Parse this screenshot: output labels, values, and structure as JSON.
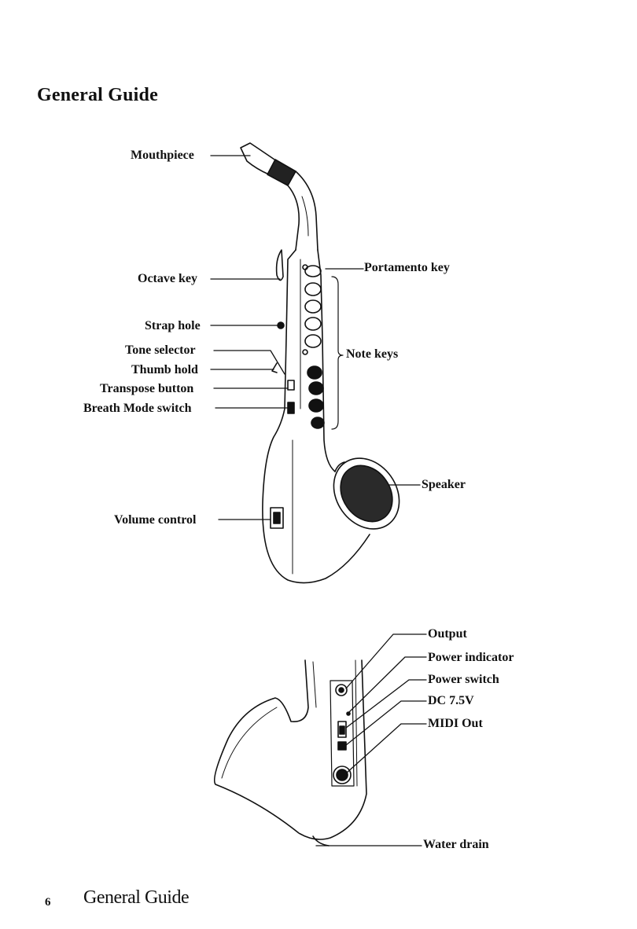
{
  "page": {
    "heading": "General Guide",
    "page_number": "6",
    "footer_title": "General Guide"
  },
  "front_view": {
    "labels": {
      "mouthpiece": "Mouthpiece",
      "octave_key": "Octave key",
      "strap_hole": "Strap hole",
      "tone_selector": "Tone selector",
      "thumb_hold": "Thumb hold",
      "transpose_button": "Transpose button",
      "breath_mode_switch": "Breath Mode switch",
      "volume_control": "Volume control",
      "portamento_key": "Portamento key",
      "note_keys": "Note keys",
      "speaker": "Speaker"
    }
  },
  "rear_view": {
    "labels": {
      "output": "Output",
      "power_indicator": "Power indicator",
      "power_switch": "Power switch",
      "dc": "DC 7.5V",
      "midi_out": "MIDI Out",
      "water_drain": "Water drain"
    }
  }
}
